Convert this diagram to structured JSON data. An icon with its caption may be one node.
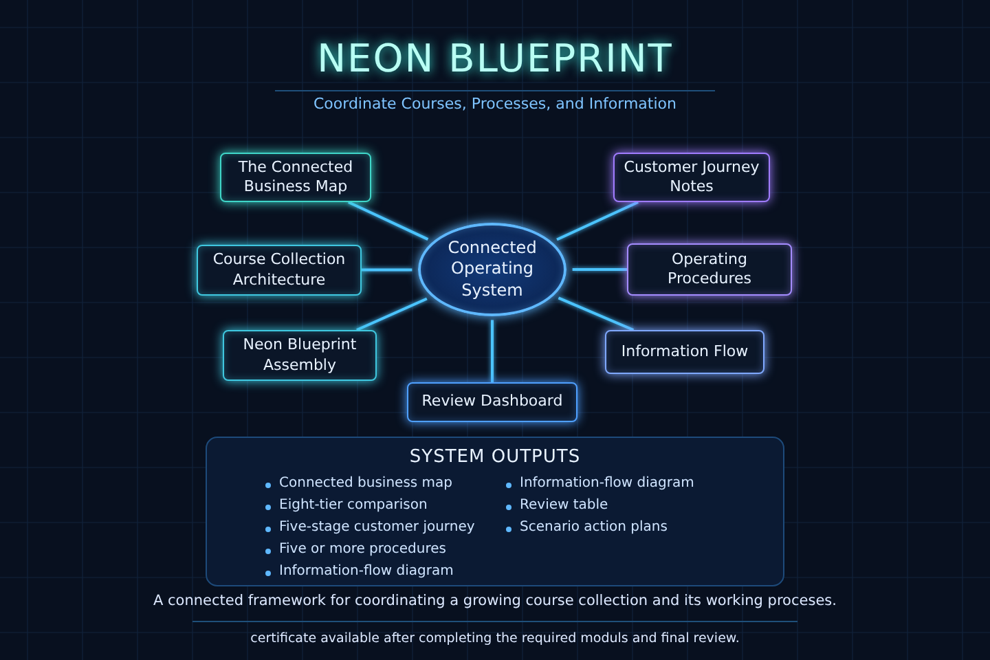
{
  "diagram": {
    "title": "NEON BLUEPRINT",
    "caption": "A connected framework for coordinating a growing course collection and its working proceses.",
    "nodes": [
      {
        "text": [
          "The Connected Business Map"
        ]
      },
      {
        "text": [
          "Customer Journey Notes"
        ]
      },
      {
        "text": [
          "Course Collection Architecture"
        ]
      },
      {
        "text": [
          "Connected Operating System"
        ]
      },
      {
        "text": [
          "Operating Procedures"
        ]
      },
      {
        "text": [
          "Neon Blueprint Assembly"
        ]
      },
      {
        "text": [
          "Information Flow"
        ]
      },
      {
        "text": [
          "Review Dashboard"
        ]
      }
    ],
    "edges": [
      {
        "from": 0,
        "to": 3,
        "arrow": "none"
      },
      {
        "from": 1,
        "to": 3,
        "arrow": "none"
      },
      {
        "from": 2,
        "to": 3,
        "arrow": "none"
      },
      {
        "from": 4,
        "to": 3,
        "arrow": "none"
      },
      {
        "from": 5,
        "to": 3,
        "arrow": "none"
      },
      {
        "from": 6,
        "to": 3,
        "arrow": "none"
      },
      {
        "from": 7,
        "to": 3,
        "arrow": "none"
      }
    ],
    "labels": [
      "Coordinate Courses, Processes, and Information",
      "SYSTEM OUTPUTS",
      "Connected business map",
      "Eight-tier comparison",
      "Five-stage customer journey",
      "Five or more procedures",
      "Information-flow diagram",
      "Information-flow diagram",
      "Review table",
      "Scenario action plans",
      "certificate available after completing the required moduls and final review."
    ]
  }
}
